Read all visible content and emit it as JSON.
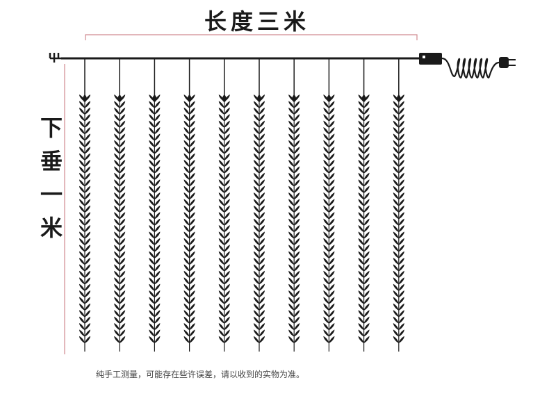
{
  "diagram": {
    "width_label": "长度三米",
    "drop_label": [
      "下",
      "垂",
      "一",
      "米"
    ],
    "note": "纯手工测量，可能存在些许误差，请以收到的实物为准。",
    "strand_count": 10,
    "colors": {
      "ink": "#1a1a1a",
      "guide": "#d08a90"
    },
    "icons": [
      "plug-end-icon",
      "controller-box-icon",
      "coiled-cord-icon",
      "power-plug-icon",
      "leaf-strand-icon"
    ]
  }
}
